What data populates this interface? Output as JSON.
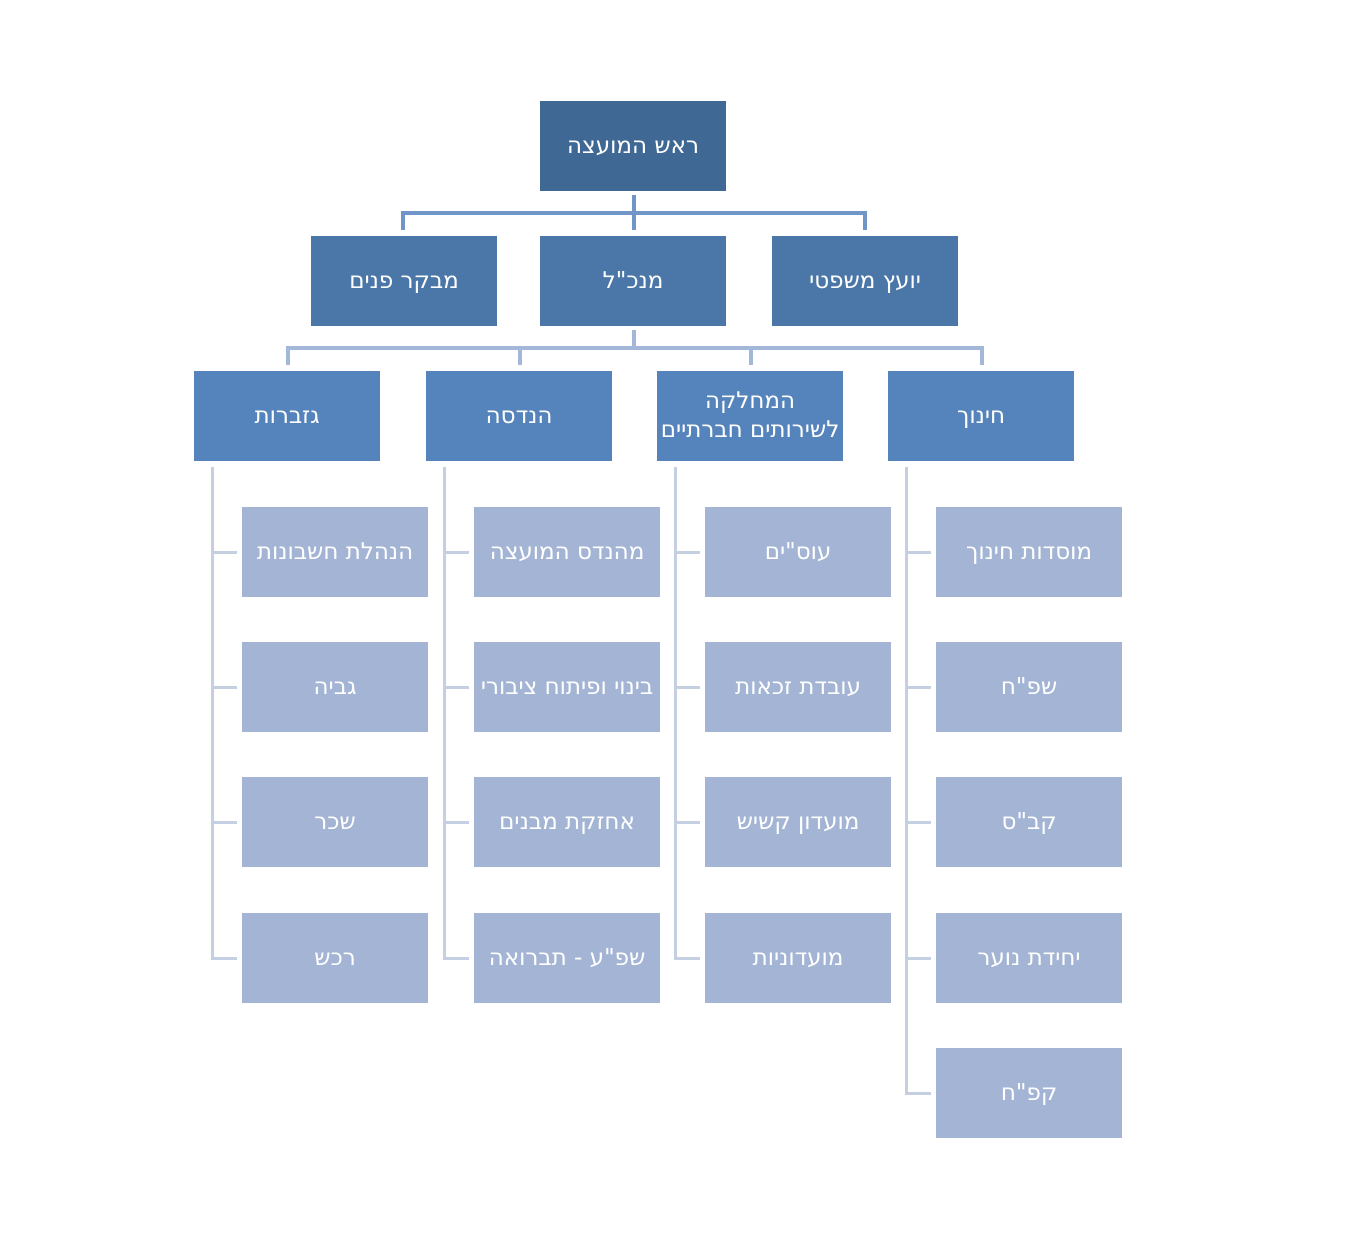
{
  "root": {
    "label": "ראש המועצה"
  },
  "staff": [
    {
      "label": "מבקר פנים"
    },
    {
      "label": "מנכ\"ל"
    },
    {
      "label": "יועץ משפטי"
    }
  ],
  "departments": [
    {
      "label": "גזברות",
      "units": [
        "הנהלת חשבונות",
        "גביה",
        "שכר",
        "רכש"
      ]
    },
    {
      "label": "הנדסה",
      "units": [
        "מהנדס המועצה",
        "בינוי ופיתוח ציבורי",
        "אחזקת מבנים",
        "שפ\"ע - תברואה"
      ]
    },
    {
      "label": "המחלקה לשירותים חברתיים",
      "units": [
        "עוס\"ים",
        "עובדת זכאות",
        "מועדון קשיש",
        "מועדוניות"
      ]
    },
    {
      "label": "חינוך",
      "units": [
        "מוסדות חינוך",
        "שפ\"ח",
        "קב\"ס",
        "יחידת נוער",
        "קפ\"ח"
      ]
    }
  ],
  "colors": {
    "root": "#3f6894",
    "staff": "#4a76a8",
    "department": "#5583bb",
    "unit": "#a3b4d4"
  }
}
